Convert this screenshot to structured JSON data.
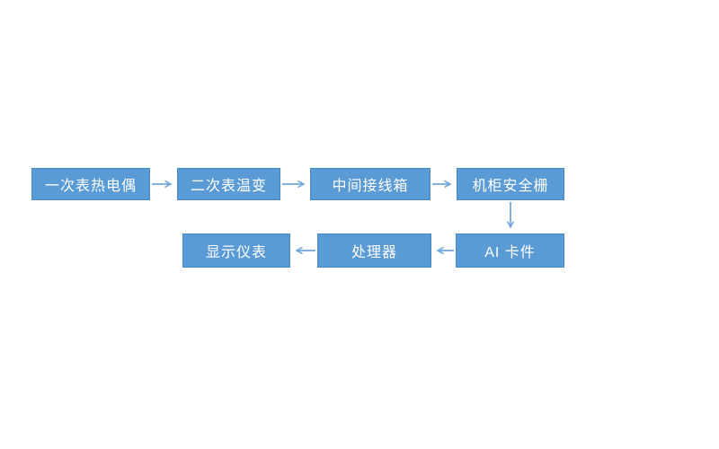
{
  "diagram": {
    "title": "",
    "nodes": [
      {
        "id": "primary-thermocouple",
        "label": "一次表热电偶"
      },
      {
        "id": "secondary-transmitter",
        "label": "二次表温变"
      },
      {
        "id": "intermediate-junction-box",
        "label": "中间接线箱"
      },
      {
        "id": "cabinet-safety-barrier",
        "label": "机柜安全栅"
      },
      {
        "id": "ai-card",
        "label": "AI 卡件"
      },
      {
        "id": "processor",
        "label": "处理器"
      },
      {
        "id": "display-instrument",
        "label": "显示仪表"
      }
    ],
    "connections": [
      {
        "from": "一次表热电偶",
        "to": "二次表温变",
        "direction": "right"
      },
      {
        "from": "二次表温变",
        "to": "中间接线箱",
        "direction": "right"
      },
      {
        "from": "中间接线箱",
        "to": "机柜安全栅",
        "direction": "right"
      },
      {
        "from": "机柜安全栅",
        "to": "AI 卡件",
        "direction": "down"
      },
      {
        "from": "AI 卡件",
        "to": "处理器",
        "direction": "left"
      },
      {
        "from": "处理器",
        "to": "显示仪表",
        "direction": "left"
      }
    ],
    "colors": {
      "canvas_bg": "#ffffff",
      "box_fill": "#5b9bd5",
      "box_border": "#4a89c8",
      "box_text": "#ffffff",
      "arrow": "#74a7dc"
    }
  }
}
